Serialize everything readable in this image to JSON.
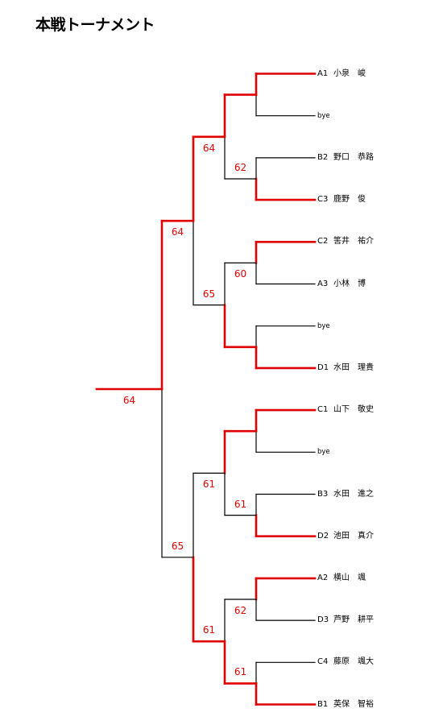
{
  "title": "本戦トーナメント",
  "colors": {
    "winner": "#e00000",
    "line": "#000000"
  },
  "players": [
    {
      "seed": "A1",
      "name": "小泉　峻"
    },
    {
      "seed": "",
      "name": "bye"
    },
    {
      "seed": "B2",
      "name": "野口　恭路"
    },
    {
      "seed": "C3",
      "name": "鹿野　俊"
    },
    {
      "seed": "C2",
      "name": "筈井　祐介"
    },
    {
      "seed": "A3",
      "name": "小林　博"
    },
    {
      "seed": "",
      "name": "bye"
    },
    {
      "seed": "D1",
      "name": "水田　理貴"
    },
    {
      "seed": "C1",
      "name": "山下　敬史"
    },
    {
      "seed": "",
      "name": "bye"
    },
    {
      "seed": "B3",
      "name": "水田　進之"
    },
    {
      "seed": "D2",
      "name": "池田　真介"
    },
    {
      "seed": "A2",
      "name": "横山　颯"
    },
    {
      "seed": "D3",
      "name": "芦野　耕平"
    },
    {
      "seed": "C4",
      "name": "藤原　颯大"
    },
    {
      "seed": "B1",
      "name": "英保　智裕"
    }
  ],
  "round1": [
    {
      "winner": 0,
      "score": ""
    },
    {
      "winner": 1,
      "score": "62"
    },
    {
      "winner": 0,
      "score": "60"
    },
    {
      "winner": 1,
      "score": ""
    },
    {
      "winner": 0,
      "score": ""
    },
    {
      "winner": 1,
      "score": "61"
    },
    {
      "winner": 0,
      "score": "62"
    },
    {
      "winner": 1,
      "score": "61"
    }
  ],
  "round2": [
    {
      "winner": 0,
      "score": "64"
    },
    {
      "winner": 1,
      "score": "65"
    },
    {
      "winner": 0,
      "score": "61"
    },
    {
      "winner": 1,
      "score": "61"
    }
  ],
  "round3": [
    {
      "winner": 0,
      "score": "64"
    },
    {
      "winner": 1,
      "score": "65"
    }
  ],
  "final": {
    "winner": 0,
    "score": "64"
  }
}
